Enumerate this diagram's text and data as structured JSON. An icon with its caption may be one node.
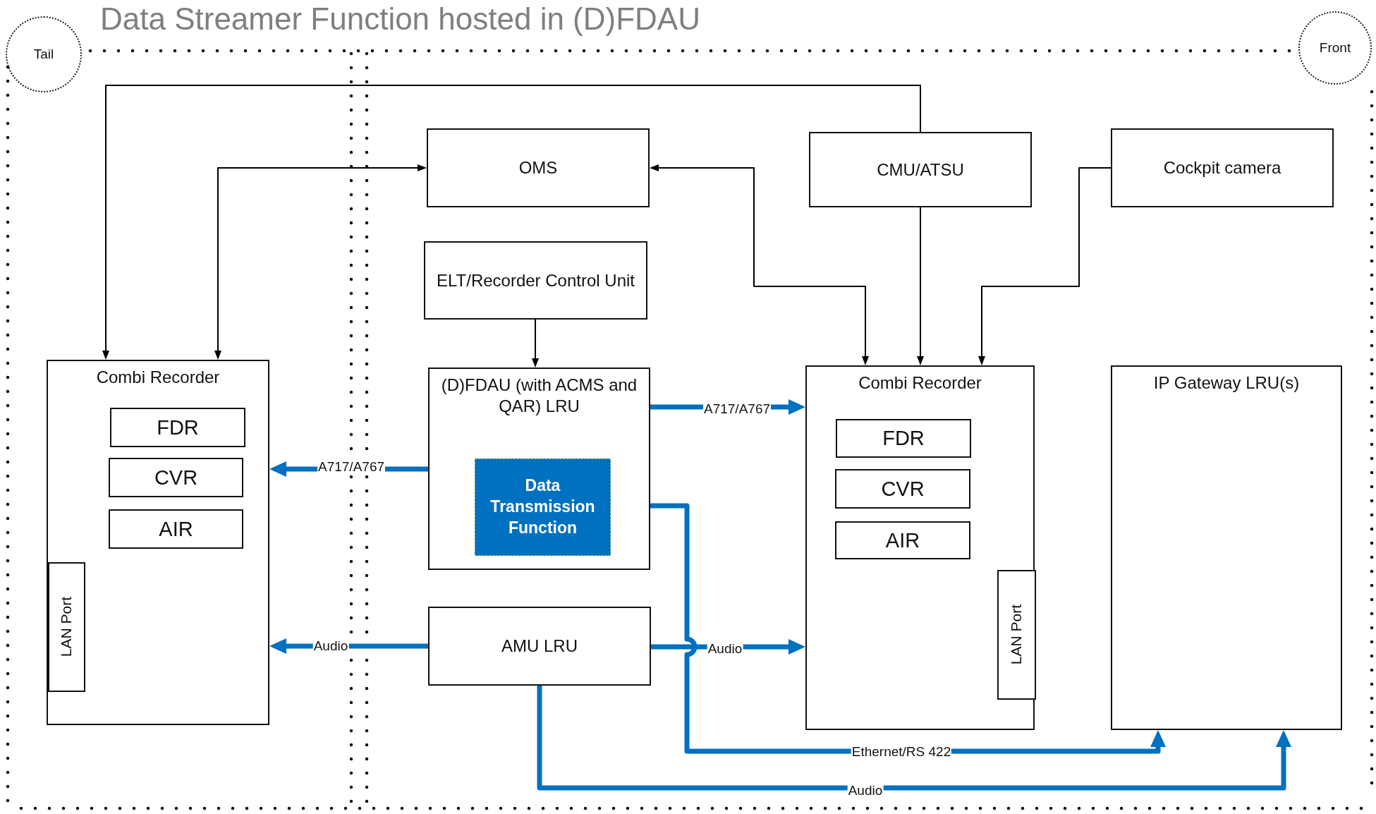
{
  "diagram": {
    "title": "Data Streamer Function hosted in (D)FDAU",
    "nodes": [
      {
        "text": [
          "Tail"
        ]
      },
      {
        "text": [
          "Front"
        ]
      },
      {
        "text": [
          "Combi Recorder"
        ]
      },
      {
        "text": [
          "FDR"
        ],
        "in": 2
      },
      {
        "text": [
          "CVR"
        ],
        "in": 2
      },
      {
        "text": [
          "AIR"
        ],
        "in": 2
      },
      {
        "text": [
          "LAN Port"
        ],
        "in": 2
      },
      {
        "text": [
          "OMS"
        ]
      },
      {
        "text": [
          "ELT/Recorder Control Unit"
        ]
      },
      {
        "text": [
          "(D)FDAU (with ACMS and QAR) LRU"
        ]
      },
      {
        "text": [
          "Data Transmission Function"
        ],
        "in": 9
      },
      {
        "text": [
          "AMU LRU"
        ]
      },
      {
        "text": [
          "CMU/ATSU"
        ]
      },
      {
        "text": [
          "Cockpit camera"
        ]
      },
      {
        "text": [
          "Combi Recorder"
        ]
      },
      {
        "text": [
          "FDR"
        ],
        "in": 14
      },
      {
        "text": [
          "CVR"
        ],
        "in": 14
      },
      {
        "text": [
          "AIR"
        ],
        "in": 14
      },
      {
        "text": [
          "LAN Port"
        ],
        "in": 14
      },
      {
        "text": [
          "IP Gateway LRU(s)"
        ]
      }
    ],
    "edges": [
      {
        "from": 12,
        "to": 2,
        "arrow": "to"
      },
      {
        "from": 2,
        "to": 7,
        "arrow": "both"
      },
      {
        "from": 7,
        "to": 14,
        "arrow": "both"
      },
      {
        "from": 12,
        "to": 14,
        "arrow": "to"
      },
      {
        "from": 13,
        "to": 14,
        "arrow": "to"
      },
      {
        "from": 8,
        "to": 9,
        "arrow": "to"
      },
      {
        "from": 9,
        "to": 2,
        "arrow": "to",
        "label": "A717/A767",
        "style": "thick",
        "color": "#0070c0"
      },
      {
        "from": 9,
        "to": 14,
        "arrow": "to",
        "label": "A717/A767",
        "style": "thick",
        "color": "#0070c0"
      },
      {
        "from": 11,
        "to": 2,
        "arrow": "to",
        "label": "Audio",
        "style": "thick",
        "color": "#0070c0"
      },
      {
        "from": 11,
        "to": 14,
        "arrow": "to",
        "label": "Audio",
        "style": "thick",
        "color": "#0070c0"
      },
      {
        "from": 10,
        "to": 19,
        "arrow": "to",
        "label": "Ethernet/RS 422",
        "style": "thick",
        "color": "#0070c0"
      },
      {
        "from": 11,
        "to": 19,
        "arrow": "to",
        "label": "Audio",
        "style": "thick",
        "color": "#0070c0"
      }
    ]
  }
}
